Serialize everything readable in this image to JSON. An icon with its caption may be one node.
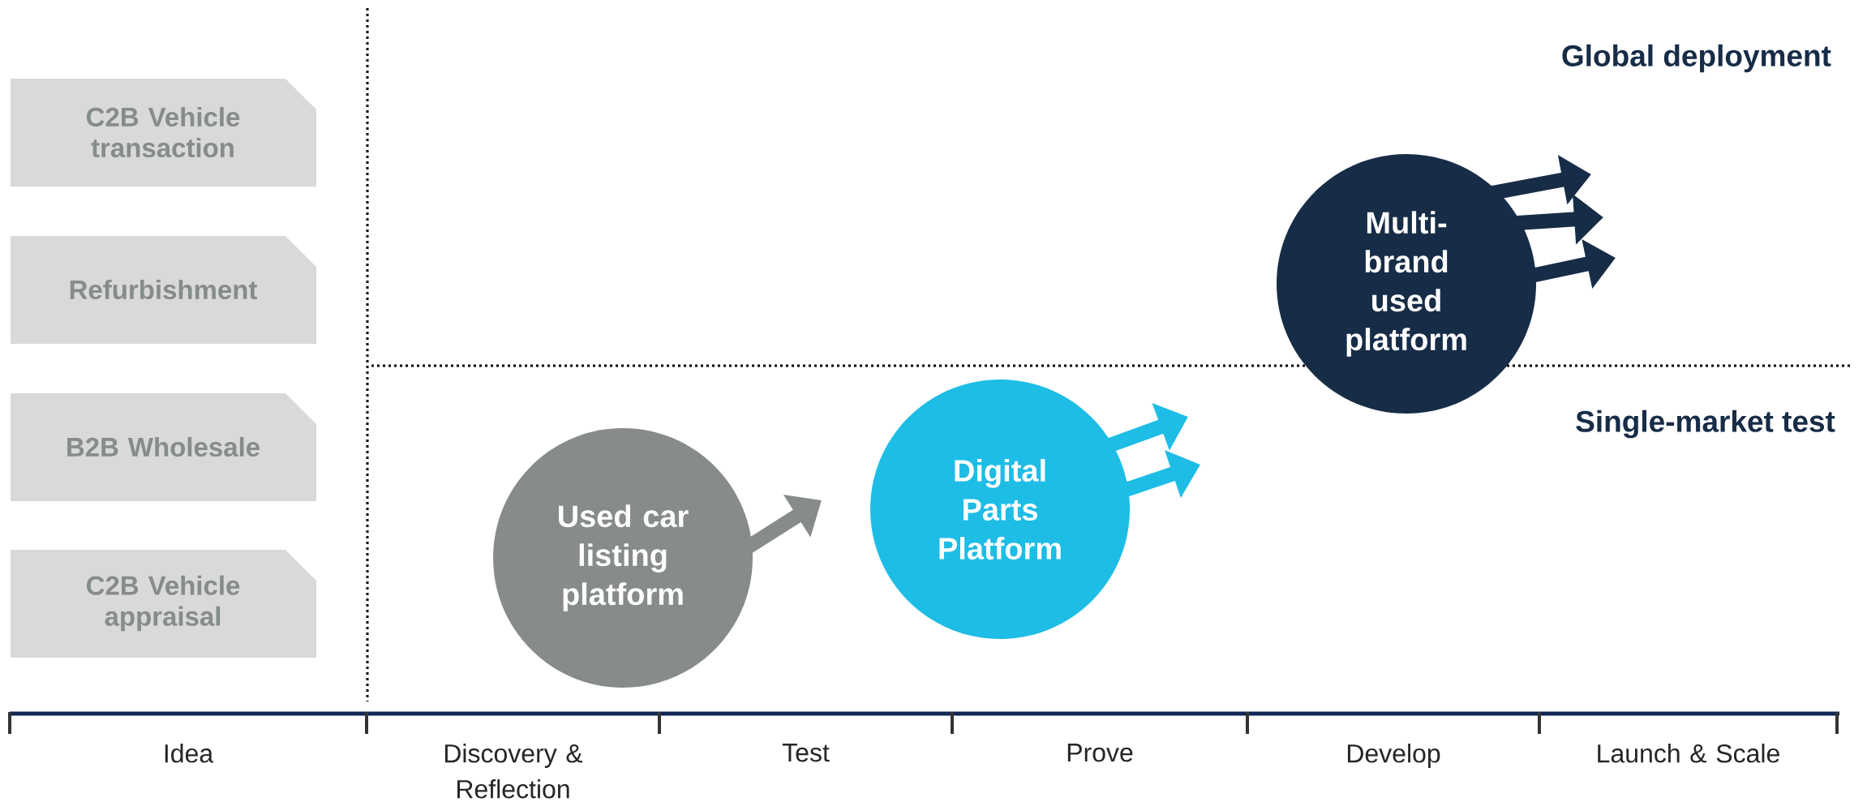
{
  "diagram": {
    "nodes": [
      {
        "text": [
          "C2B Vehicle transaction"
        ]
      },
      {
        "text": [
          "Refurbishment"
        ]
      },
      {
        "text": [
          "B2B Wholesale"
        ]
      },
      {
        "text": [
          "C2B Vehicle appraisal"
        ]
      },
      {
        "text": [
          "Used car listing platform"
        ]
      },
      {
        "text": [
          "Digital Parts Platform"
        ]
      },
      {
        "text": [
          "Multi-brand used platform"
        ]
      }
    ],
    "edges": [
      {
        "from": 4,
        "to": null,
        "arrow": "to",
        "color": "#878b8c"
      },
      {
        "from": 5,
        "to": null,
        "arrow": "to",
        "color": "#1dbde6"
      },
      {
        "from": 5,
        "to": null,
        "arrow": "to",
        "color": "#1dbde6"
      },
      {
        "from": 6,
        "to": null,
        "arrow": "to"
      },
      {
        "from": 6,
        "to": null,
        "arrow": "to"
      },
      {
        "from": 6,
        "to": null,
        "arrow": "to"
      }
    ],
    "labels": [
      "Global deployment",
      "Single-market test",
      "Idea",
      "Discovery & Reflection",
      "Test",
      "Prove",
      "Develop",
      "Launch & Scale"
    ]
  }
}
